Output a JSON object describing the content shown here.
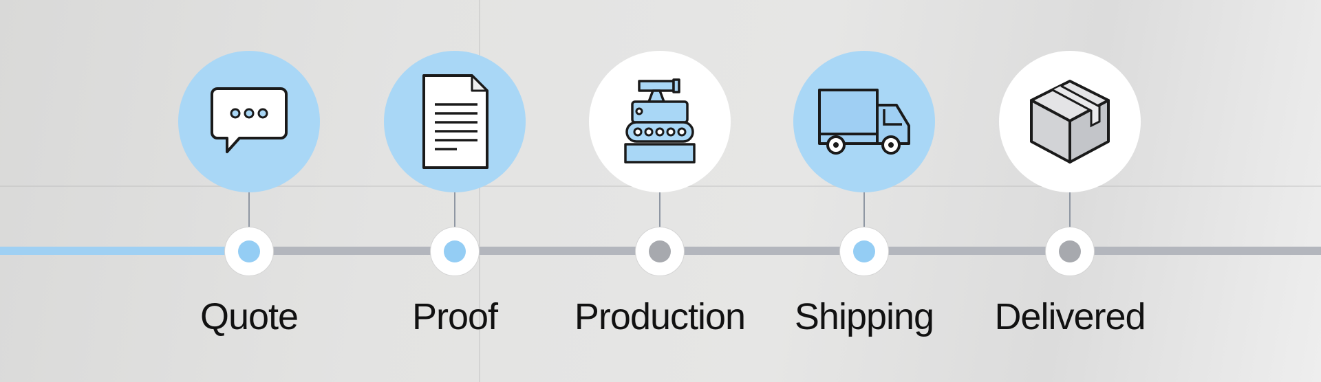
{
  "colors": {
    "active": "#a9d7f6",
    "dot_active": "#94cdf4",
    "dot_pending": "#a7a9ae",
    "track": "#b3b6bd",
    "track_done": "#9fd0f3"
  },
  "steps": [
    {
      "label": "Quote",
      "icon": "chat-bubble-icon",
      "status": "active"
    },
    {
      "label": "Proof",
      "icon": "document-icon",
      "status": "active"
    },
    {
      "label": "Production",
      "icon": "production-machine-icon",
      "status": "pending"
    },
    {
      "label": "Shipping",
      "icon": "truck-icon",
      "status": "active"
    },
    {
      "label": "Delivered",
      "icon": "package-box-icon",
      "status": "pending"
    }
  ]
}
